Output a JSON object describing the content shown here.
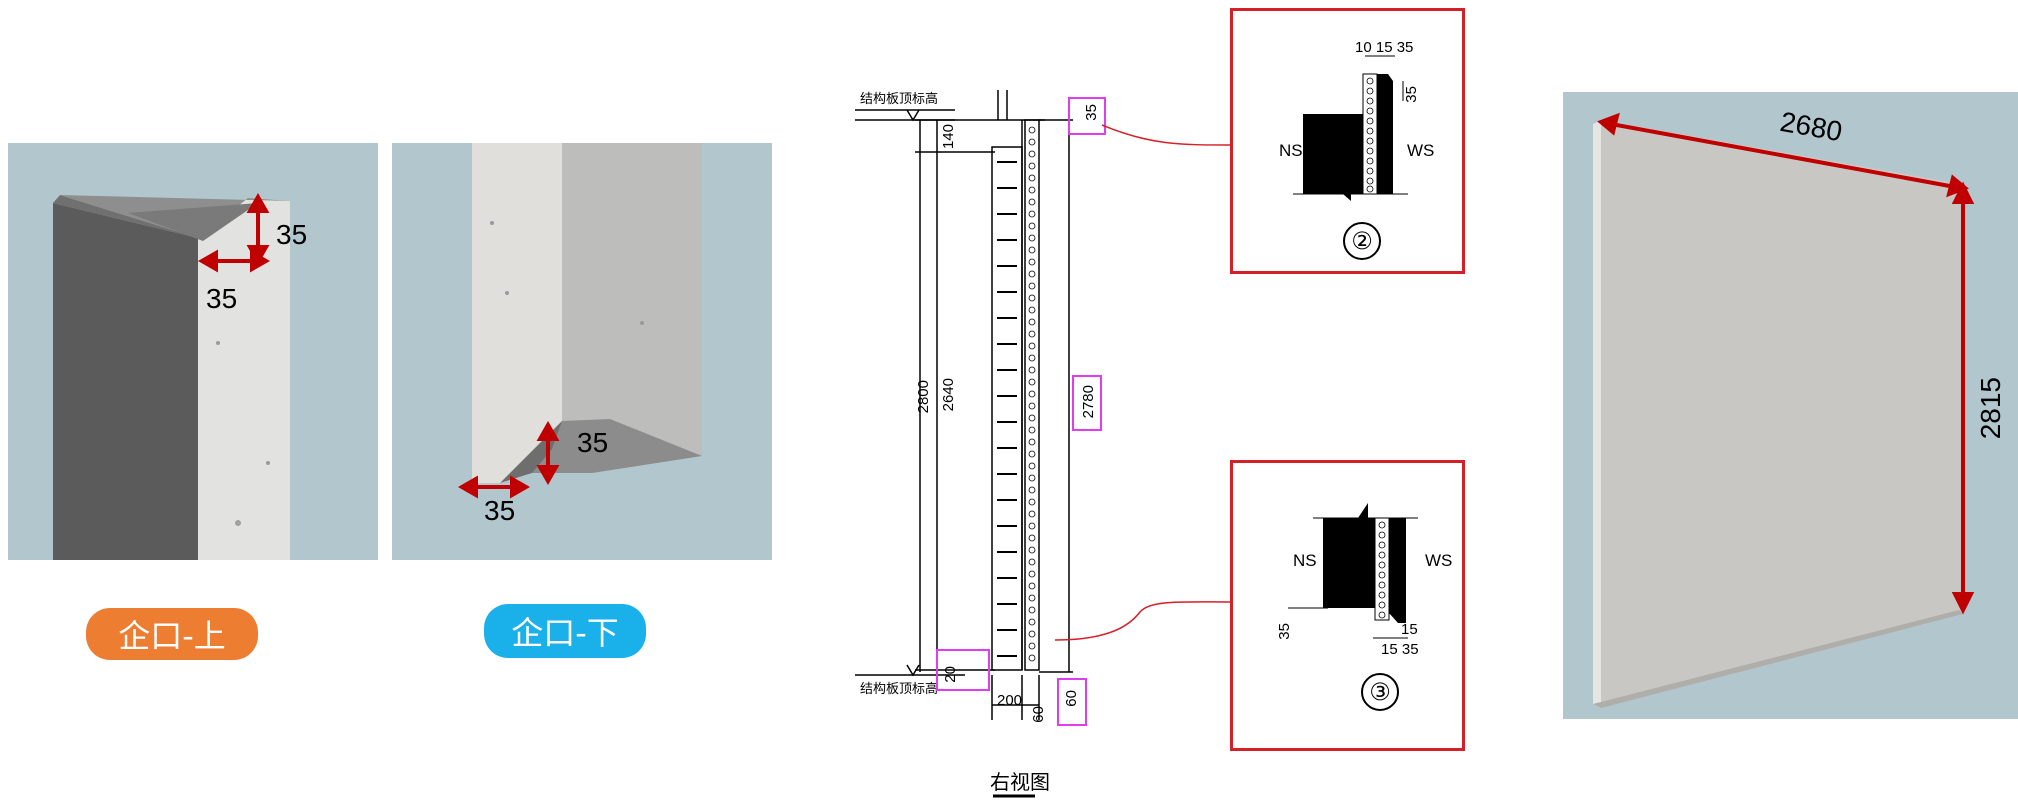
{
  "left_panels": {
    "upper": {
      "dim_vertical": "35",
      "dim_horizontal": "35",
      "caption": "企口-上"
    },
    "lower": {
      "dim_vertical": "35",
      "dim_horizontal": "35",
      "caption": "企口-下"
    }
  },
  "elevation": {
    "top_label": "结构板顶标高",
    "bottom_label": "结构板顶标高",
    "dims": {
      "top_gap": "140",
      "overall_height": "2800",
      "panel_height": "2640",
      "insulation_height": "2780",
      "top_offset": "35",
      "bottom_offset": "20",
      "wall_width": "200",
      "insulation_width": "60",
      "outer_width": "60"
    },
    "caption": "右视图"
  },
  "detail_top": {
    "marker": "②",
    "left_label": "NS",
    "right_label": "WS",
    "top_dims": "10 15 35",
    "side_dim": "35"
  },
  "detail_bottom": {
    "marker": "③",
    "left_label": "NS",
    "right_label": "WS",
    "left_dim": "35",
    "bottom_dims": "15 35",
    "bottom_dim_upper": "15"
  },
  "panel_3d": {
    "width_dim": "2680",
    "height_dim": "2815"
  },
  "colors": {
    "background_blue": "#b2c6ce",
    "arrow_red": "#c00000",
    "callout_red": "#d42027",
    "highlight_magenta": "#e03cf0",
    "pill_orange": "#ed7d31",
    "pill_blue": "#1ab0ea"
  }
}
